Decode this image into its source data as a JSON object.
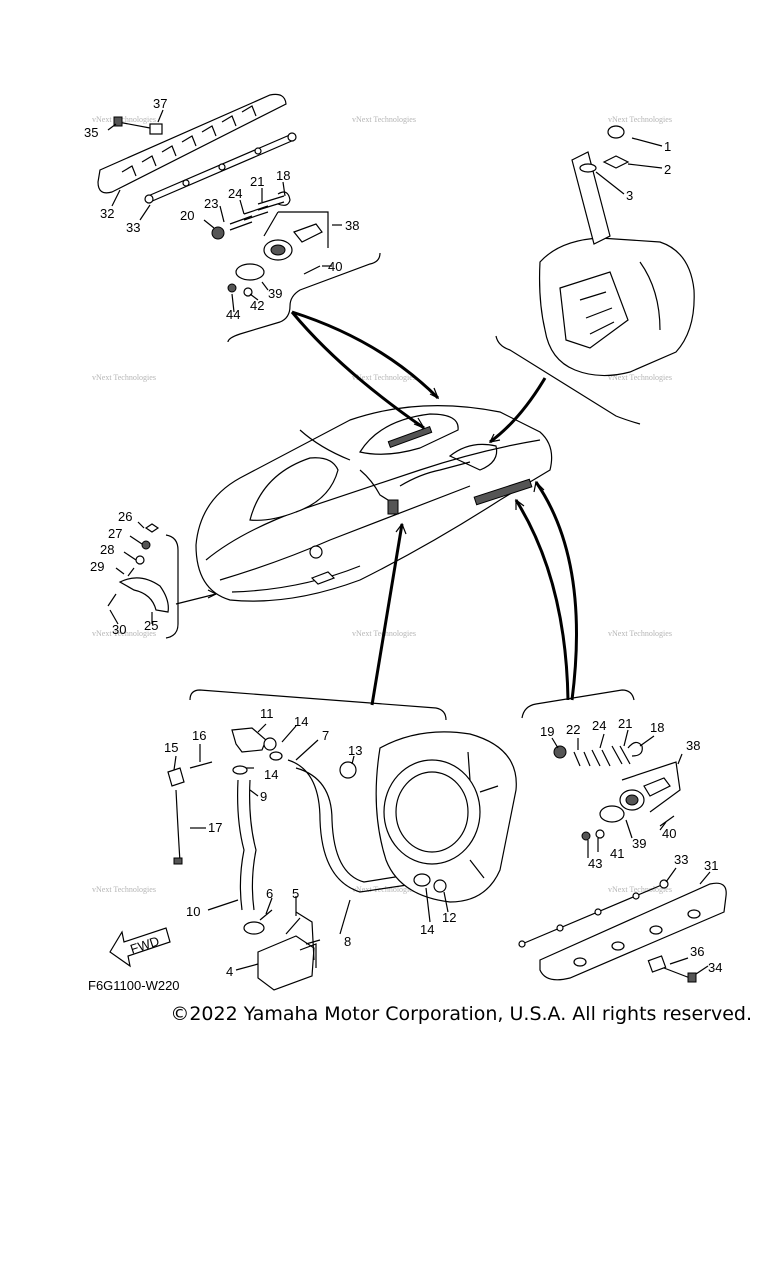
{
  "diagram": {
    "code": "F6G1100-W220",
    "fwd_label": "FWD",
    "watermark": "vNext Technologies",
    "copyright": "©2022 Yamaha Motor Corporation, U.S.A. All rights reserved.",
    "callouts": {
      "c1": "1",
      "c2": "2",
      "c3": "3",
      "c4": "4",
      "c5": "5",
      "c6": "6",
      "c7": "7",
      "c8": "8",
      "c9": "9",
      "c10": "10",
      "c11": "11",
      "c12": "12",
      "c13": "13",
      "c14a": "14",
      "c14b": "14",
      "c14c": "14",
      "c15": "15",
      "c16": "16",
      "c17": "17",
      "c18a": "18",
      "c18b": "18",
      "c19": "19",
      "c20": "20",
      "c21a": "21",
      "c21b": "21",
      "c22": "22",
      "c23": "23",
      "c24a": "24",
      "c24b": "24",
      "c25": "25",
      "c26": "26",
      "c27": "27",
      "c28": "28",
      "c29": "29",
      "c30": "30",
      "c31": "31",
      "c32": "32",
      "c33a": "33",
      "c33b": "33",
      "c34": "34",
      "c35": "35",
      "c36": "36",
      "c37": "37",
      "c38a": "38",
      "c38b": "38",
      "c39a": "39",
      "c39b": "39",
      "c40a": "40",
      "c40b": "40",
      "c41": "41",
      "c42": "42",
      "c43": "43",
      "c44": "44"
    }
  }
}
